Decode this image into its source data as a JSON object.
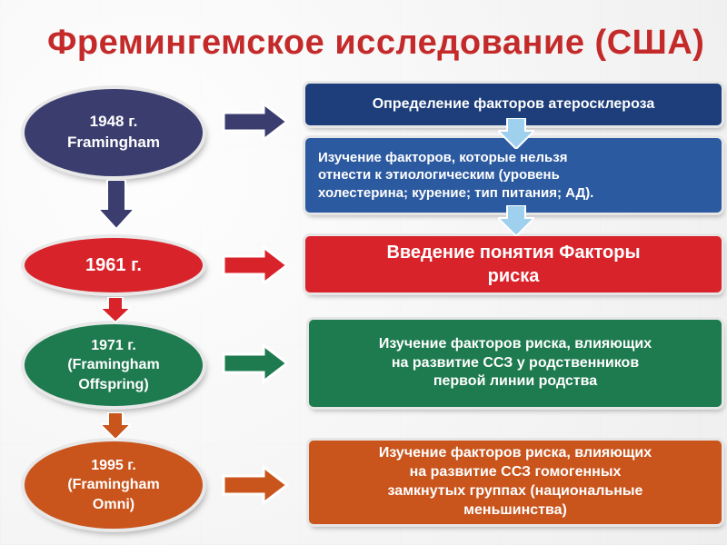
{
  "title": "Фремингемское исследование (США)",
  "stages": [
    {
      "label": "1948 г.\nFramingham",
      "color": "#3b3d6e"
    },
    {
      "label": "1961 г.",
      "color": "#d9232b"
    },
    {
      "label": "1971 г.\n(Framingham\nOffspring)",
      "color": "#1e7a4f"
    },
    {
      "label": "1995 г.\n(Framingham\nOmni)",
      "color": "#c9541c"
    }
  ],
  "boxes": [
    {
      "text": "Определение факторов атеросклероза",
      "color": "#1d3e7a"
    },
    {
      "text": "Изучение факторов, которые нельзя\nотнести к этиологическим (уровень\nхолестерина; курение; тип  питания; АД).",
      "color": "#2c5aa0"
    },
    {
      "text": "Введение понятия Факторы\nриска",
      "color": "#d9232b"
    },
    {
      "text": "Изучение факторов риска,  влияющих\nна развитие ССЗ у родственников\nпервой линии родства",
      "color": "#1e7a4f"
    },
    {
      "text": "Изучение факторов риска,  влияющих\nна развитие ССЗ гомогенных\nзамкнутых группах (национальные\nменьшинства)",
      "color": "#c9541c"
    }
  ],
  "icons": {
    "right_arrow": "right-arrow-icon",
    "down_arrow": "down-arrow-icon"
  }
}
